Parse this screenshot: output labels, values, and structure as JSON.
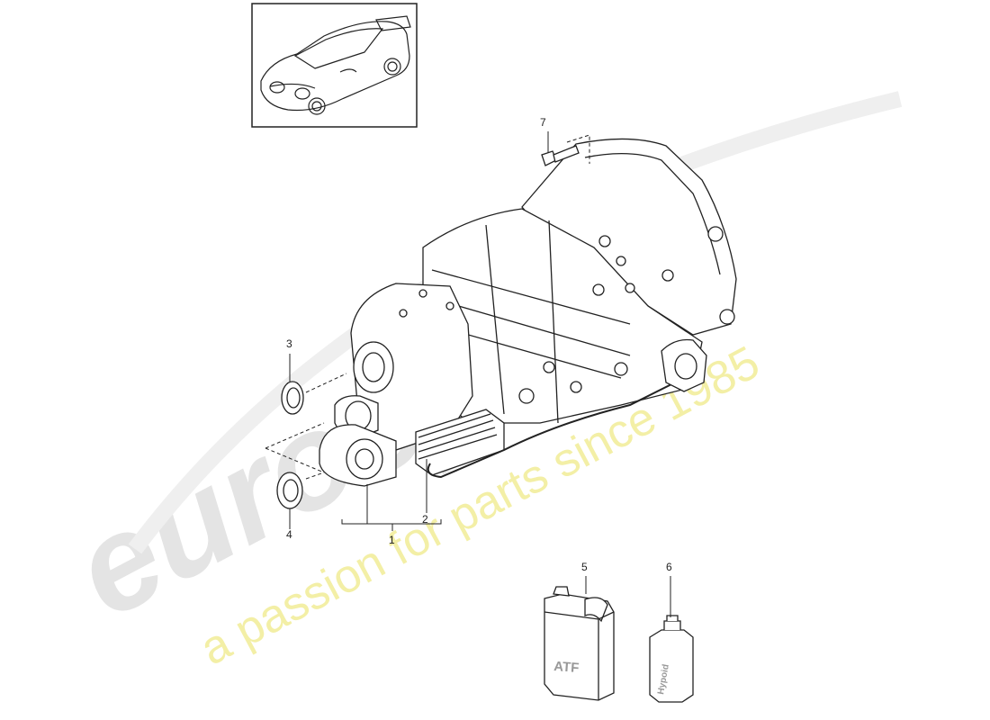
{
  "watermark": {
    "logo": "eurospares",
    "tagline": "a passion for parts since 1985",
    "logo_color": "#e4e4e4",
    "tagline_color": "#f3efa6"
  },
  "callouts": [
    {
      "id": "1",
      "label": "1"
    },
    {
      "id": "2",
      "label": "2"
    },
    {
      "id": "3",
      "label": "3"
    },
    {
      "id": "4",
      "label": "4"
    },
    {
      "id": "5",
      "label": "5"
    },
    {
      "id": "6",
      "label": "6"
    },
    {
      "id": "7",
      "label": "7"
    }
  ],
  "containers": {
    "atf_label": "ATF",
    "hypoid_label": "Hypoid"
  },
  "thumbnail": {
    "icon": "car-thumbnail-icon"
  },
  "line_color": "#1a1a1a"
}
